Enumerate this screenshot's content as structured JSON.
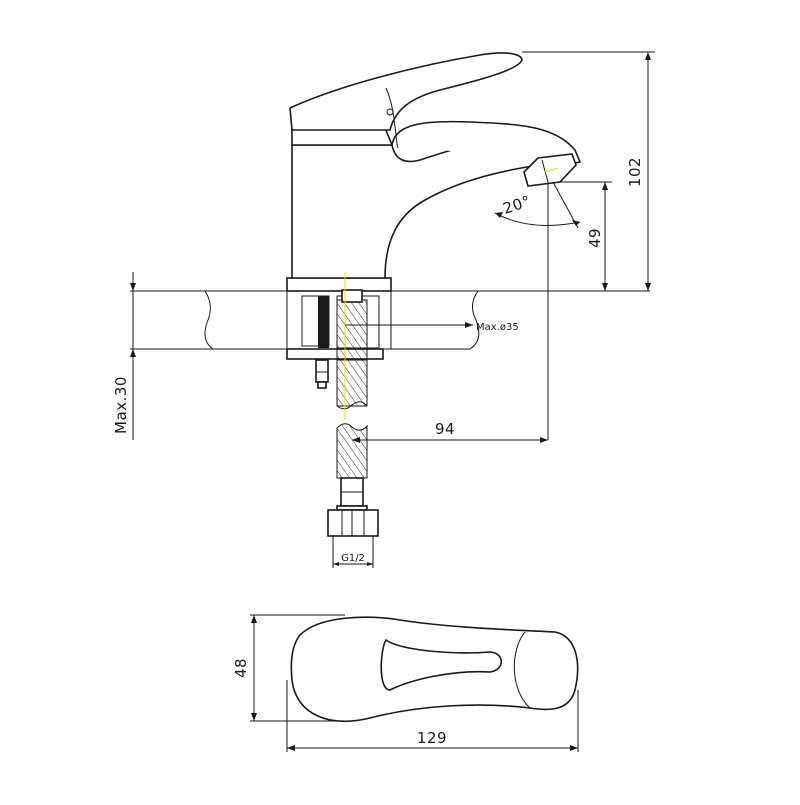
{
  "dimensions": {
    "height_total": "102",
    "spout_height": "49",
    "angle": "20°",
    "hole": "Max.ø35",
    "counter_thickness": "Max.30",
    "reach": "94",
    "thread": "G1/2",
    "top_width": "48",
    "top_length": "129"
  },
  "colors": {
    "line": "#1a1a1a",
    "highlight": "#e8e000",
    "hatch": "#444444"
  }
}
